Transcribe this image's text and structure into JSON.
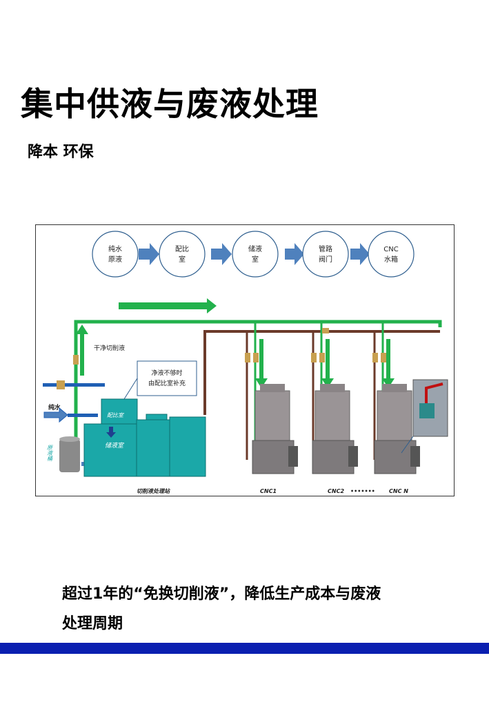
{
  "title": "集中供液与废液处理",
  "subtitle": "降本  环保",
  "diagram": {
    "flow": [
      {
        "line1": "纯水",
        "line2": "原液"
      },
      {
        "line1": "配比",
        "line2": "室"
      },
      {
        "line1": "储液",
        "line2": "室"
      },
      {
        "line1": "管路",
        "line2": "阀门"
      },
      {
        "line1": "CNC",
        "line2": "水箱"
      }
    ],
    "labels": {
      "clean_fluid": "干净切削液",
      "pure_water": "纯水",
      "raw_tank": "原液桶",
      "note_line1": "净液不够时",
      "note_line2": "由配比室补充",
      "mixing_room": "配比室",
      "storage_room": "储液室",
      "station": "切削液处理站",
      "cnc1": "CNC1",
      "cnc2": "CNC2",
      "dots": "•••••••",
      "cncn": "CNC N"
    }
  },
  "caption": {
    "line1": "超过1年的“免换切削液”，降低生产成本与废液",
    "line2": "处理周期"
  },
  "colors": {
    "accent_blue": "#0a1fb0",
    "flow_arrow": "#4f81bd",
    "green_pipe": "#22b14c",
    "brown_pipe": "#6b3a2a",
    "tank_teal": "#1ba8a8"
  }
}
